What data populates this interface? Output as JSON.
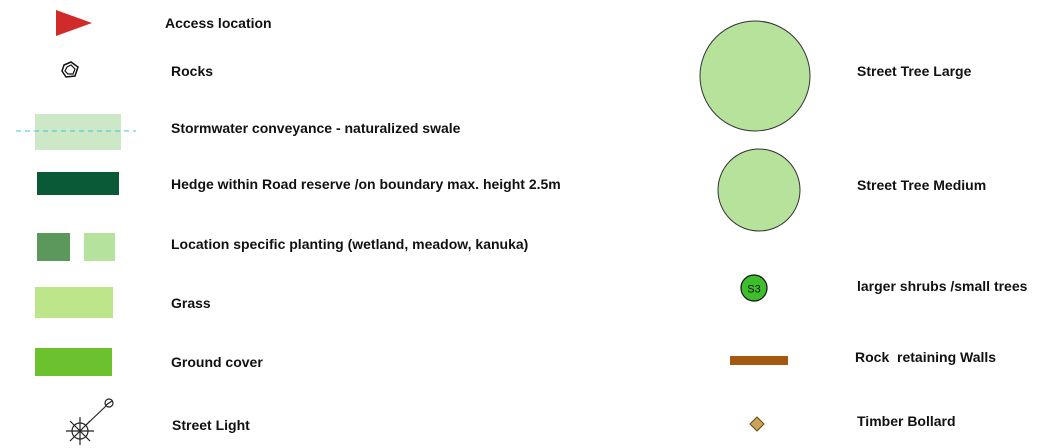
{
  "legend": {
    "left": [
      {
        "label": "Access location",
        "symbol": "red-triangle-flag",
        "color": "#d12a2a"
      },
      {
        "label": "Rocks",
        "symbol": "rock-outline"
      },
      {
        "label": "Stormwater conveyance - naturalized swale",
        "symbol": "swale-with-dashed-line",
        "color": "#cde8c6",
        "line_color": "#38c6e0"
      },
      {
        "label": "Hedge within Road reserve /on boundary max. height 2.5m",
        "symbol": "dark-green-rectangle",
        "color": "#0a5a37"
      },
      {
        "label": "Location specific planting (wetland, meadow, kanuka)",
        "symbol": "two-green-squares",
        "colors": [
          "#5c985c",
          "#b5e39e"
        ]
      },
      {
        "label": "Grass",
        "symbol": "light-green-rectangle",
        "color": "#bde68b"
      },
      {
        "label": "Ground cover",
        "symbol": "green-rectangle",
        "color": "#6cc22e"
      },
      {
        "label": "Street Light",
        "symbol": "street-light-icon"
      }
    ],
    "right": [
      {
        "label": "Street Tree Large",
        "symbol": "large-circle",
        "color": "#b7e29b"
      },
      {
        "label": "Street Tree Medium",
        "symbol": "medium-circle",
        "color": "#b7e29b"
      },
      {
        "label": "larger shrubs /small trees",
        "symbol": "s3-circle",
        "badge_text": "S3",
        "color": "#3cbf2a"
      },
      {
        "label": "Rock  retaining Walls",
        "symbol": "brown-bar",
        "color": "#a45a0e"
      },
      {
        "label": "Timber Bollard",
        "symbol": "diamond",
        "color": "#c9a35a"
      }
    ]
  }
}
